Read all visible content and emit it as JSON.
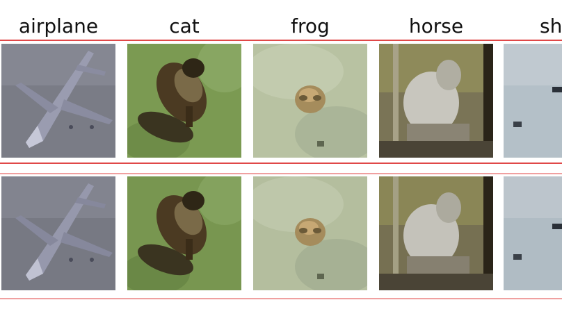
{
  "labels": [
    "airplane",
    "cat",
    "frog",
    "horse",
    "sh"
  ],
  "colors": {
    "rule_strong": "#e04848",
    "rule_light": "#f0a0a0"
  },
  "image_content": {
    "airplane": "airplane-photo",
    "cat": "cat-photo",
    "frog": "frog-photo",
    "horse": "horse-photo",
    "ship": "ship-photo"
  }
}
